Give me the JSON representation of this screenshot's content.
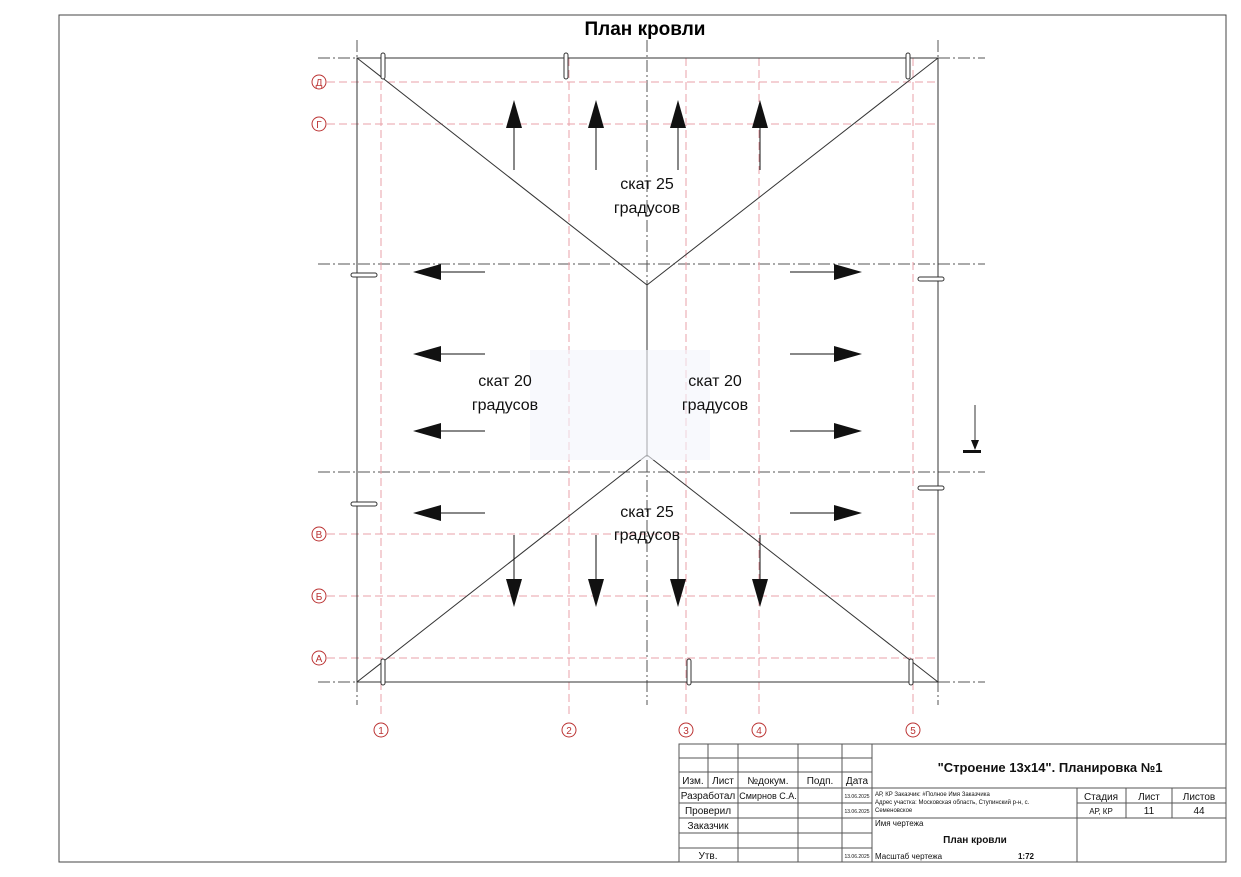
{
  "title": "План кровли",
  "slopes": {
    "top": [
      "скат 25",
      "градусов"
    ],
    "left": [
      "скат 20",
      "градусов"
    ],
    "right": [
      "скат 20",
      "градусов"
    ],
    "bottom": [
      "скат 25",
      "градусов"
    ]
  },
  "axes": {
    "rows": [
      "Д",
      "Г",
      "В",
      "Б",
      "А"
    ],
    "columns": [
      "1",
      "2",
      "3",
      "4",
      "5"
    ]
  },
  "title_block": {
    "project_title": "\"Строение 13х14\". Планировка №1",
    "headers": [
      "Изм.",
      "Лист",
      "№докум.",
      "Подп.",
      "Дата"
    ],
    "roles": [
      "Разработал",
      "Проверил",
      "Заказчик",
      "",
      "Утв."
    ],
    "developer_name": "Смирнов С.А.",
    "dates": [
      "13.06.2025",
      "13.06.2025",
      "13.06.2025"
    ],
    "info_line1": "АР, КР  Заказчик:  #Полное Имя Заказчика",
    "info_line2": "Адрес участка:  Московская область, Ступинский р-н, с.",
    "info_line3": "Семеновское",
    "stage_label": "Стадия",
    "sheet_label": "Лист",
    "sheets_label": "Листов",
    "stage_value": "АР, КР",
    "sheet_value": "11",
    "sheets_value": "44",
    "drawing_name_label": "Имя чертежа",
    "drawing_name": "План кровли",
    "scale_label": "Масштаб чертежа",
    "scale_value": "1:72"
  }
}
